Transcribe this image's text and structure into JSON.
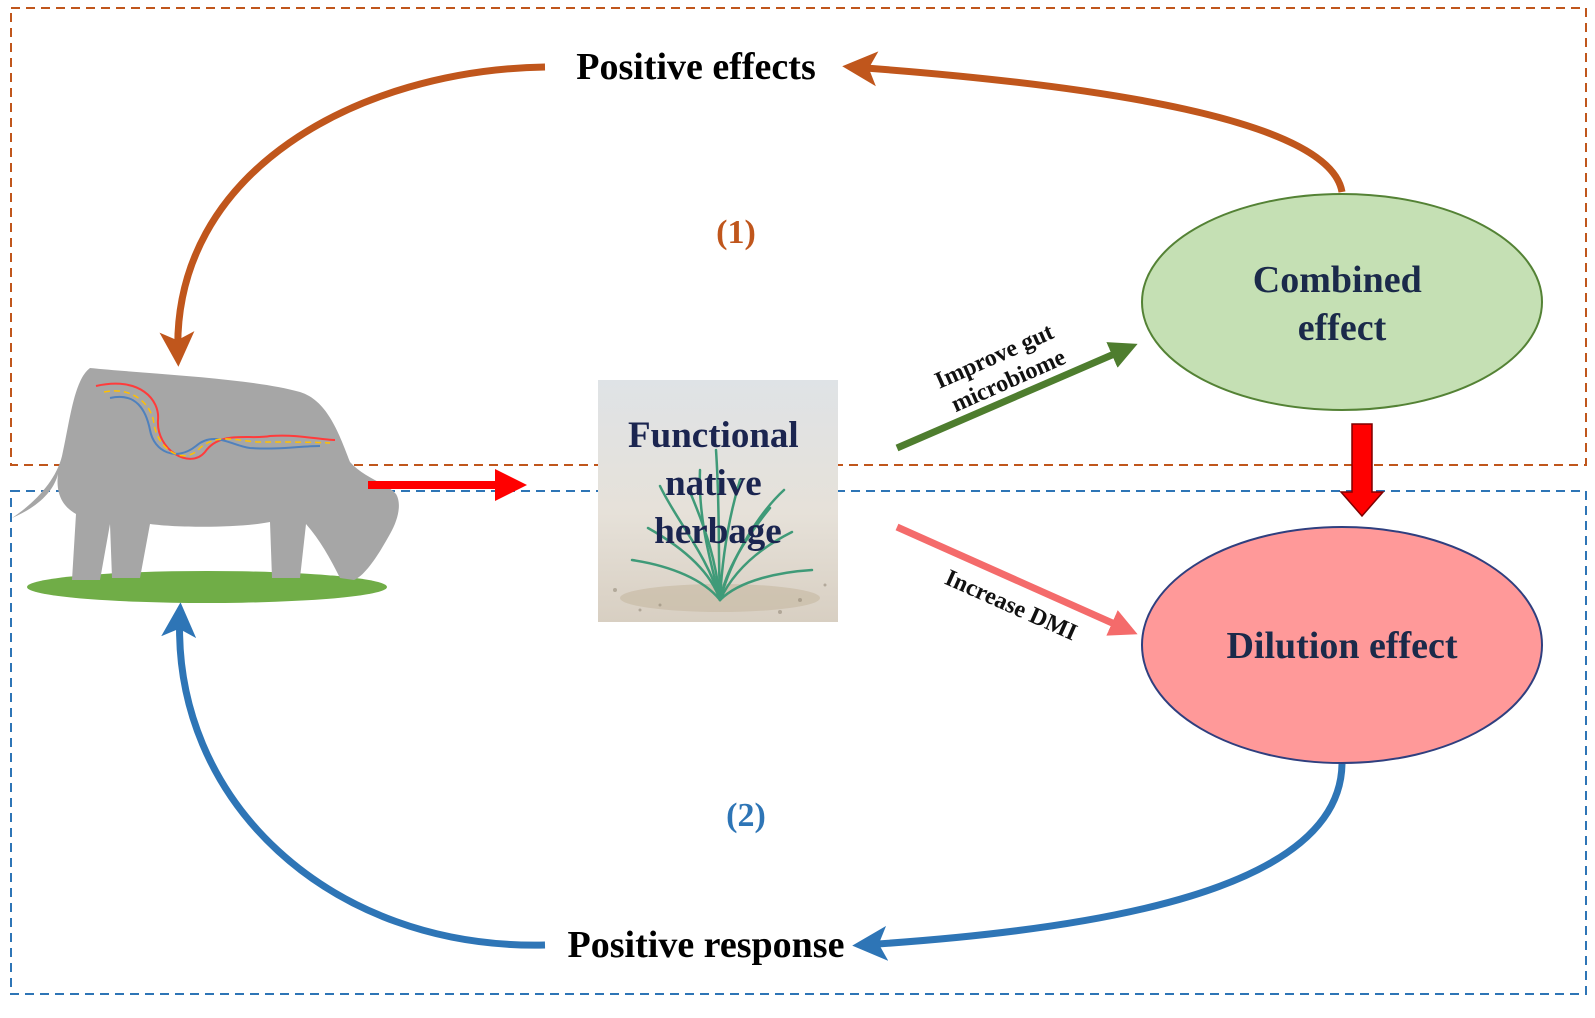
{
  "diagram": {
    "top_label": "Positive effects",
    "bottom_label": "Positive response",
    "section_1": "(1)",
    "section_2": "(2)",
    "combined_effect": [
      "Combined",
      "effect"
    ],
    "dilution_effect": "Dilution effect",
    "center_box": [
      "Functional",
      "native",
      "herbage"
    ],
    "arrow_label_up": [
      "Improve gut",
      "microbiome"
    ],
    "arrow_label_down": "Increase DMI",
    "colors": {
      "region_1": "#c0561c",
      "region_2": "#2e75b6",
      "combined_fill": "#c5e0b4",
      "combined_stroke": "#548235",
      "dilution_fill": "#ff9999",
      "dilution_stroke": "#2f3f7f",
      "green_arrow": "#4e7d2e",
      "red_arrow": "#ff0000",
      "pink_arrow": "#f46b6b",
      "cow": "#a6a6a6",
      "grass": "#70ad47"
    }
  }
}
